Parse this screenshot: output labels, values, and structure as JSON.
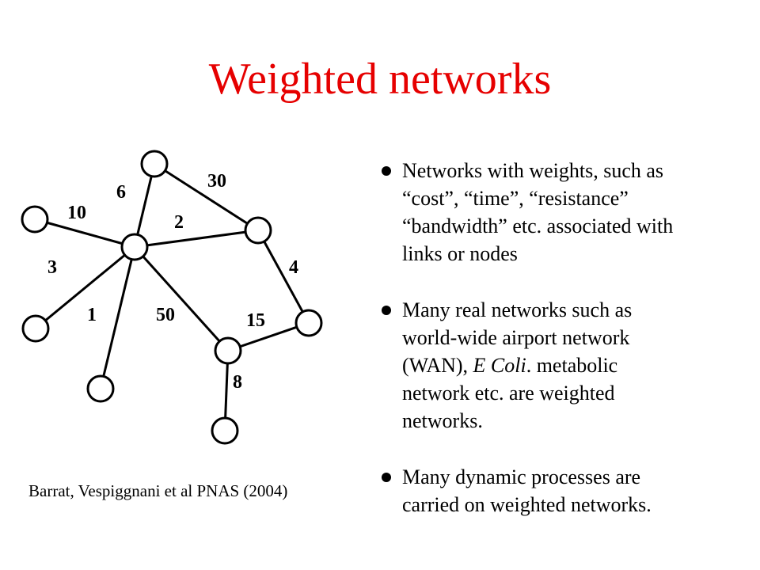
{
  "title": "Weighted networks",
  "diagram": {
    "node_labels": [],
    "edge_weights": {
      "hub_top": "6",
      "top_right": "30",
      "hub_left": "10",
      "hub_right": "2",
      "hub_lowerleft": "3",
      "right_farright": "4",
      "hub_bottomleft": "1",
      "hub_mid": "50",
      "mid_farright": "15",
      "mid_bottom": "8"
    }
  },
  "citation": "Barrat, Vespiggnani et al PNAS (2004)",
  "bullets": [
    {
      "lines": [
        "Networks with weights, such as",
        "“cost”, “time”, “resistance”",
        "“bandwidth” etc. associated with",
        "links or nodes"
      ]
    },
    {
      "line1": "Many real networks such as",
      "line2": "world-wide airport network",
      "line3_pre": "(WAN), ",
      "line3_italic": "E Coli",
      "line3_post": ". metabolic",
      "line4": "network etc. are weighted",
      "line5": "networks."
    },
    {
      "lines": [
        "Many dynamic processes are",
        "carried on weighted networks."
      ]
    }
  ]
}
